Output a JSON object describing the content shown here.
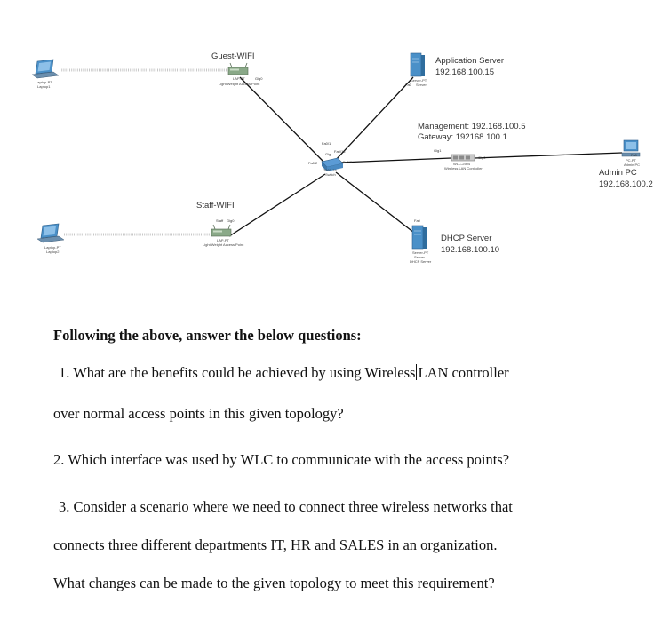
{
  "diagram": {
    "guest_ap": {
      "name": "Guest-WIFI",
      "model": "LAP-PT",
      "port": "Gig0",
      "type": "Light Weight Access Point"
    },
    "staff_ap": {
      "name": "Staff-WIFI",
      "model": "LAP-PT",
      "port": "Gig0",
      "port_prefix": "Staff",
      "type": "Light Weight Access Point"
    },
    "laptop1": {
      "model": "Laptop-PT",
      "name": "Laptop1"
    },
    "laptop2": {
      "model": "Laptop-PT",
      "name": "Laptop2"
    },
    "app_server": {
      "name": "Application Server",
      "ip": "192.168.100.15",
      "model": "Server-PT",
      "port": "Fa0",
      "sub": "Server"
    },
    "dhcp_server": {
      "name": "DHCP Server",
      "ip": "192.168.100.10",
      "model": "Server-PT",
      "port": "Fa0",
      "sub": "Server",
      "sub2": "DHCP Server"
    },
    "wlc": {
      "management": "Management: 192.168.100.5",
      "gateway": "Gateway: 192168.100.1",
      "model": "WLC-2504",
      "type": "Wireless LAN Controller",
      "port_left": "Gig1",
      "port_right": "Gig0"
    },
    "admin_pc": {
      "name": "Admin PC",
      "ip": "192.168.100.2",
      "model": "PC-PT",
      "sub": "Admin PC",
      "port": "Fa0"
    },
    "switch": {
      "model": "2960-24",
      "name": "Switch",
      "ports": {
        "fa01": "Fa0/1",
        "fa016": "Fa0/16",
        "fa02": "Fa0/2",
        "fa05": "Fa0/5",
        "gig": "Gig"
      }
    }
  },
  "questions": {
    "heading": "Following the above, answer the below questions:",
    "q1_line1_a": "1. What are the benefits could be achieved by using Wireless",
    "q1_line1_b": "LAN controller",
    "q1_line2": "over normal access points in this given topology?",
    "q2": "2. Which interface was used by WLC to communicate with the access points?",
    "q3_line1": "3. Consider a scenario where we need to connect three wireless networks that",
    "q3_line2": "connects three different departments IT, HR and SALES in an organization.",
    "q3_line3": "What changes can be made to the given topology to meet this requirement?"
  },
  "colors": {
    "device_blue": "#4a90c8",
    "screen": "#5b9bd5",
    "ap_green": "#7fa37a",
    "link": "#111111",
    "wireless": "#bdbdbd"
  }
}
